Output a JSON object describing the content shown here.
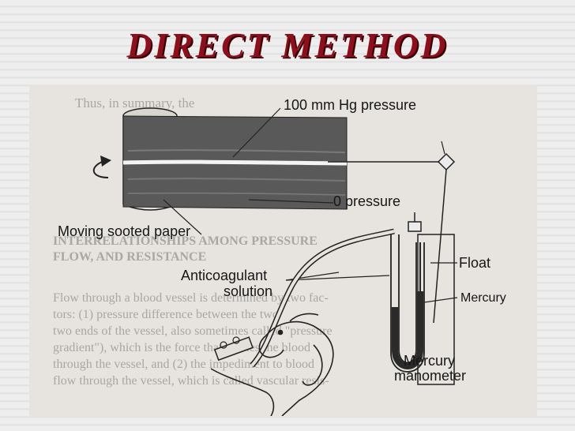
{
  "slide": {
    "title": "DIRECT METHOD"
  },
  "figure": {
    "labels": {
      "pressure_100": "100 mm Hg pressure",
      "pressure_zero": "0 pressure",
      "paper": "Moving sooted paper",
      "anticoagulant": "Anticoagulant",
      "solution": "solution",
      "float": "Float",
      "mercury": "Mercury",
      "manometer_line1": "Mercury",
      "manometer_line2": "manometer"
    },
    "background_text": {
      "line1": "Thus, in summary, the",
      "heading1": "INTERRELATIONSHIPS AMONG PRESSURE",
      "heading2": "FLOW, AND RESISTANCE",
      "body1": "Flow through a blood vessel is determined by two fac-",
      "body2": "tors: (1) pressure difference between the two",
      "body3": "two ends of the vessel, also sometimes called \"pressure",
      "body4": "gradient\"), which is the force that pushes the blood",
      "body5": "through the vessel, and (2) the impediment to blood",
      "body6": "flow through the vessel, which is called vascular resis-"
    }
  }
}
